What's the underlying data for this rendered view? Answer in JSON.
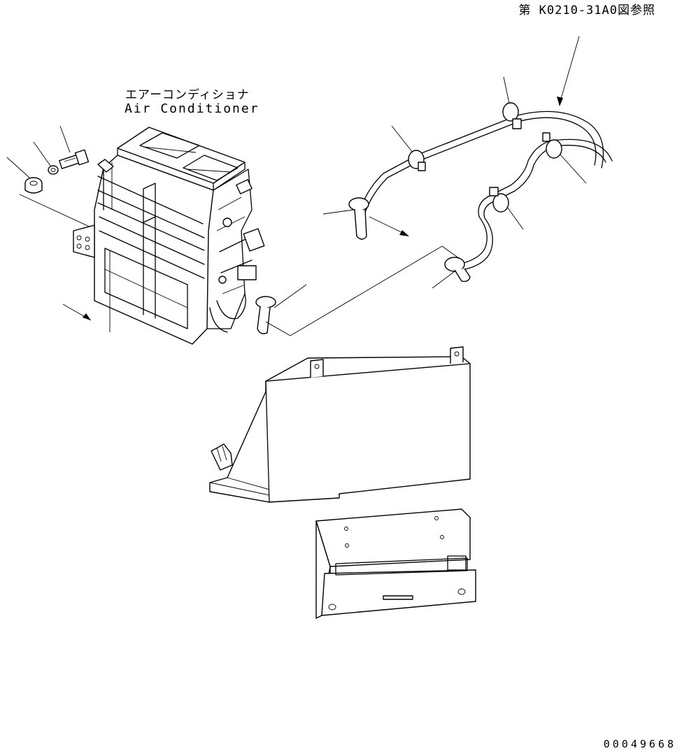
{
  "reference_note": "第 K0210-31A0図参照",
  "component": {
    "name_jp": "エアーコンディショナ",
    "name_en": "Air Conditioner"
  },
  "drawing_number": "00049668"
}
